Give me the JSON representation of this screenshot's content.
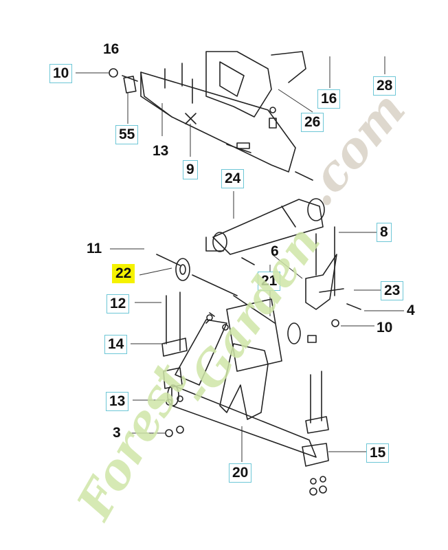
{
  "labels": {
    "l10a": "10",
    "l16a": "16",
    "l55": "55",
    "l13a": "13",
    "l9": "9",
    "l16b": "16",
    "l26": "26",
    "l28": "28",
    "l24": "24",
    "l8": "8",
    "l11": "11",
    "l22": "22",
    "l6": "6",
    "l21": "21",
    "l12": "12",
    "l23": "23",
    "l4": "4",
    "l10b": "10",
    "l14": "14",
    "l13b": "13",
    "l3": "3",
    "l15": "15",
    "l20": "20"
  },
  "watermark": {
    "part1": "Forest",
    "part2": "-Garden",
    "part3": ".com"
  },
  "colors": {
    "label_border": "#6cc6d6",
    "highlight": "#f5f200",
    "watermark_green": "#cfe6a8",
    "watermark_grey": "#d9d2c6"
  }
}
